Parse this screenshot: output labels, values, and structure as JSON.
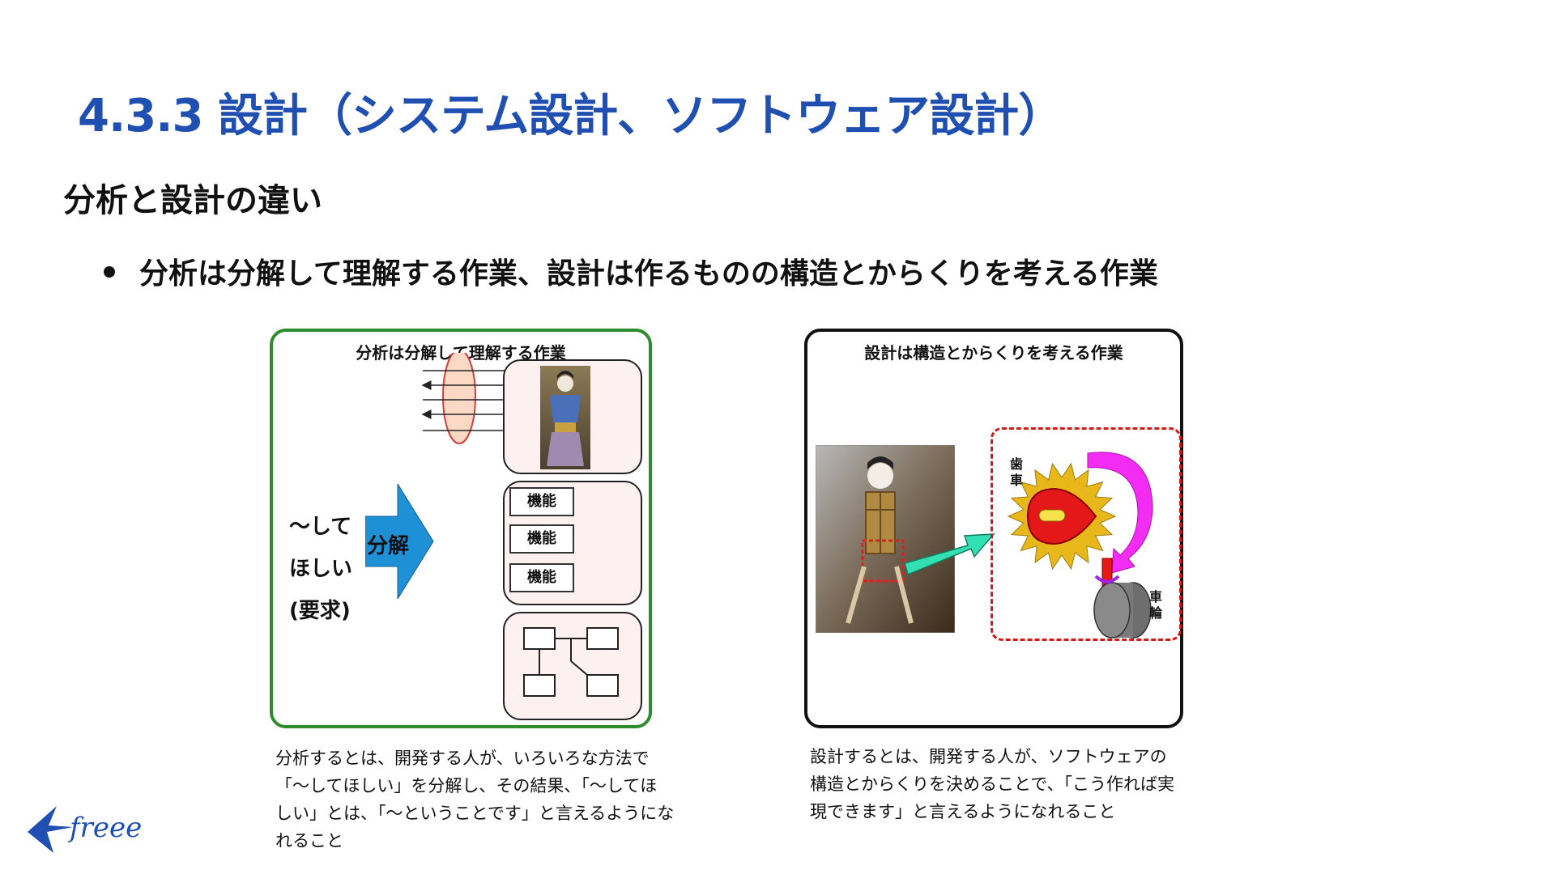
{
  "slide": {
    "title": "4.3.3 設計（システム設計、ソフトウェア設計）",
    "subtitle": "分析と設計の違い",
    "bullet": "分析は分解して理解する作業、設計は作るものの構造とからくりを考える作業"
  },
  "left_panel": {
    "title": "分析は分解して理解する作業",
    "requirement_lines": [
      "〜して",
      "ほしい",
      "(要求)"
    ],
    "arrow_label": "分解",
    "function_labels": [
      "機能",
      "機能",
      "機能"
    ],
    "accent_color": "#2e8b2e",
    "arrow_color": "#1e90d6"
  },
  "right_panel": {
    "title": "設計は構造とからくりを考える作業",
    "gear_label": "歯車",
    "wheel_label": "車輪",
    "border_color": "#111111"
  },
  "captions": {
    "left": [
      "分析するとは、開発する人が、いろいろな方法で",
      "「〜してほしい」を分解し、その結果、「〜してほ",
      "しい」とは、「〜ということです」と言えるようにな",
      "れること"
    ],
    "right": [
      "設計するとは、開発する人が、ソフトウェアの",
      "構造とからくりを決めることで、「こう作れば実",
      "現できます」と言えるようになれること"
    ]
  },
  "logo": {
    "text": "freee",
    "color": "#1f4fb0"
  }
}
